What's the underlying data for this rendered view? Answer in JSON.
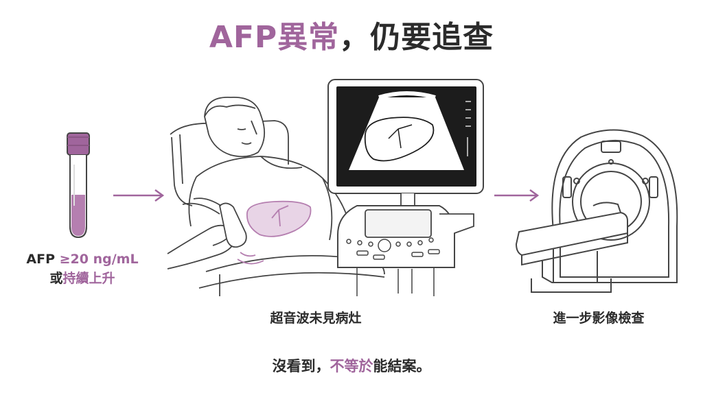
{
  "title": {
    "part1": "AFP異常",
    "part2": "，仍要追查"
  },
  "test_tube_caption": {
    "line1_a": "AFP ",
    "line1_b": "≥20 ng/mL",
    "line2_a": "或",
    "line2_b": "持續上升"
  },
  "ultrasound_caption": "超音波未見病灶",
  "imaging_caption": "進一步影像檢查",
  "footer": {
    "part1": "沒看到，",
    "part2": "不等於",
    "part3": "能結案。"
  },
  "colors": {
    "accent": "#a0659c",
    "text": "#2b2b2b",
    "line": "#444444",
    "fill_light": "#e8d4e6"
  }
}
